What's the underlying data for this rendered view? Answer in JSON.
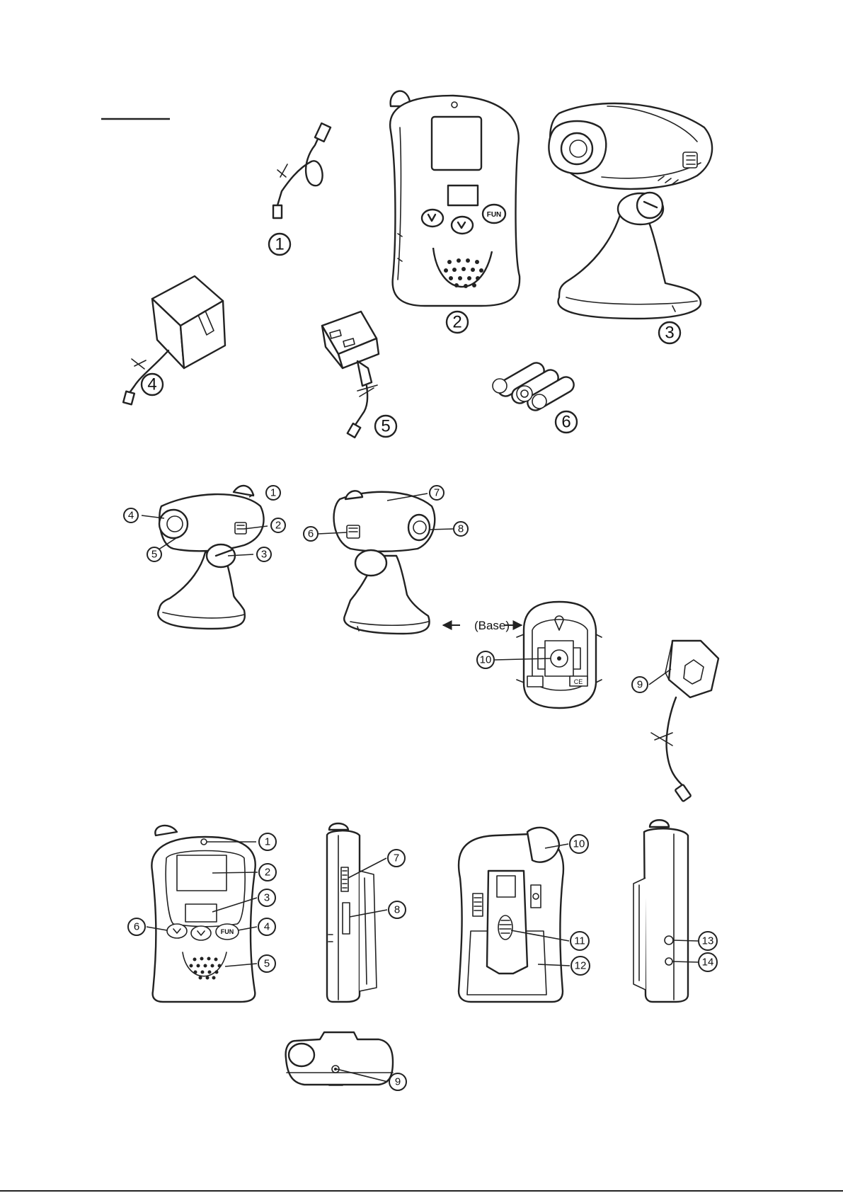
{
  "callouts": {
    "contents": [
      "1",
      "2",
      "3",
      "4",
      "5",
      "6"
    ],
    "camera": [
      "1",
      "2",
      "3",
      "4",
      "5",
      "6",
      "7",
      "8",
      "9",
      "10"
    ],
    "monitor": [
      "1",
      "2",
      "3",
      "4",
      "5",
      "6",
      "7",
      "8",
      "9",
      "10",
      "11",
      "12",
      "13",
      "14"
    ]
  },
  "labels": {
    "fun_button": "FUN",
    "base": "(Base)",
    "ce_mark": "CE"
  }
}
